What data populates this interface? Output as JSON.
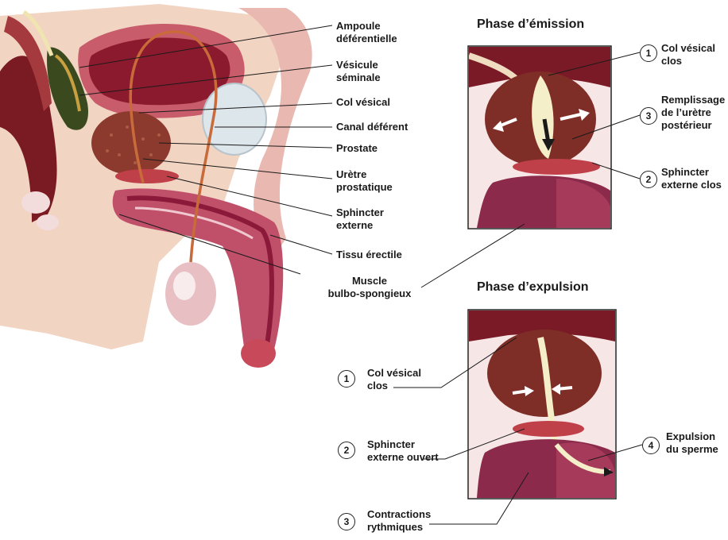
{
  "main_labels": [
    {
      "id": "ampoule",
      "lines": [
        "Ampoule",
        "déférentielle"
      ]
    },
    {
      "id": "vesicule",
      "lines": [
        "Vésicule",
        "séminale"
      ]
    },
    {
      "id": "col",
      "lines": [
        "Col vésical"
      ]
    },
    {
      "id": "canal",
      "lines": [
        "Canal déférent"
      ]
    },
    {
      "id": "prostate",
      "lines": [
        "Prostate"
      ]
    },
    {
      "id": "uretre",
      "lines": [
        "Urètre",
        "prostatique"
      ]
    },
    {
      "id": "sphincter",
      "lines": [
        "Sphincter",
        "externe"
      ]
    },
    {
      "id": "tissu",
      "lines": [
        "Tissu érectile"
      ]
    },
    {
      "id": "muscle",
      "lines": [
        "Muscle",
        "bulbo-spongieux"
      ]
    }
  ],
  "emission": {
    "title": "Phase d’émission",
    "callouts": [
      {
        "num": "1",
        "lines": [
          "Col vésical",
          "clos"
        ]
      },
      {
        "num": "3",
        "lines": [
          "Remplissage",
          "de l’urètre",
          "postérieur"
        ]
      },
      {
        "num": "2",
        "lines": [
          "Sphincter",
          "externe clos"
        ]
      }
    ]
  },
  "expulsion": {
    "title": "Phase d’expulsion",
    "callouts": [
      {
        "num": "1",
        "lines": [
          "Col vésical",
          "clos"
        ]
      },
      {
        "num": "2",
        "lines": [
          "Sphincter",
          "externe ouvert"
        ]
      },
      {
        "num": "4",
        "lines": [
          "Expulsion",
          "du sperme"
        ]
      },
      {
        "num": "3",
        "lines": [
          "Contractions",
          "rythmiques"
        ]
      }
    ]
  },
  "colors": {
    "skin": "#f2d4c2",
    "tissue_dark": "#8a1f2a",
    "tissue_mid": "#b3404c",
    "prostate": "#8c3a2e",
    "erectile": "#c0506a",
    "sperm_channel": "#f4efc8"
  }
}
